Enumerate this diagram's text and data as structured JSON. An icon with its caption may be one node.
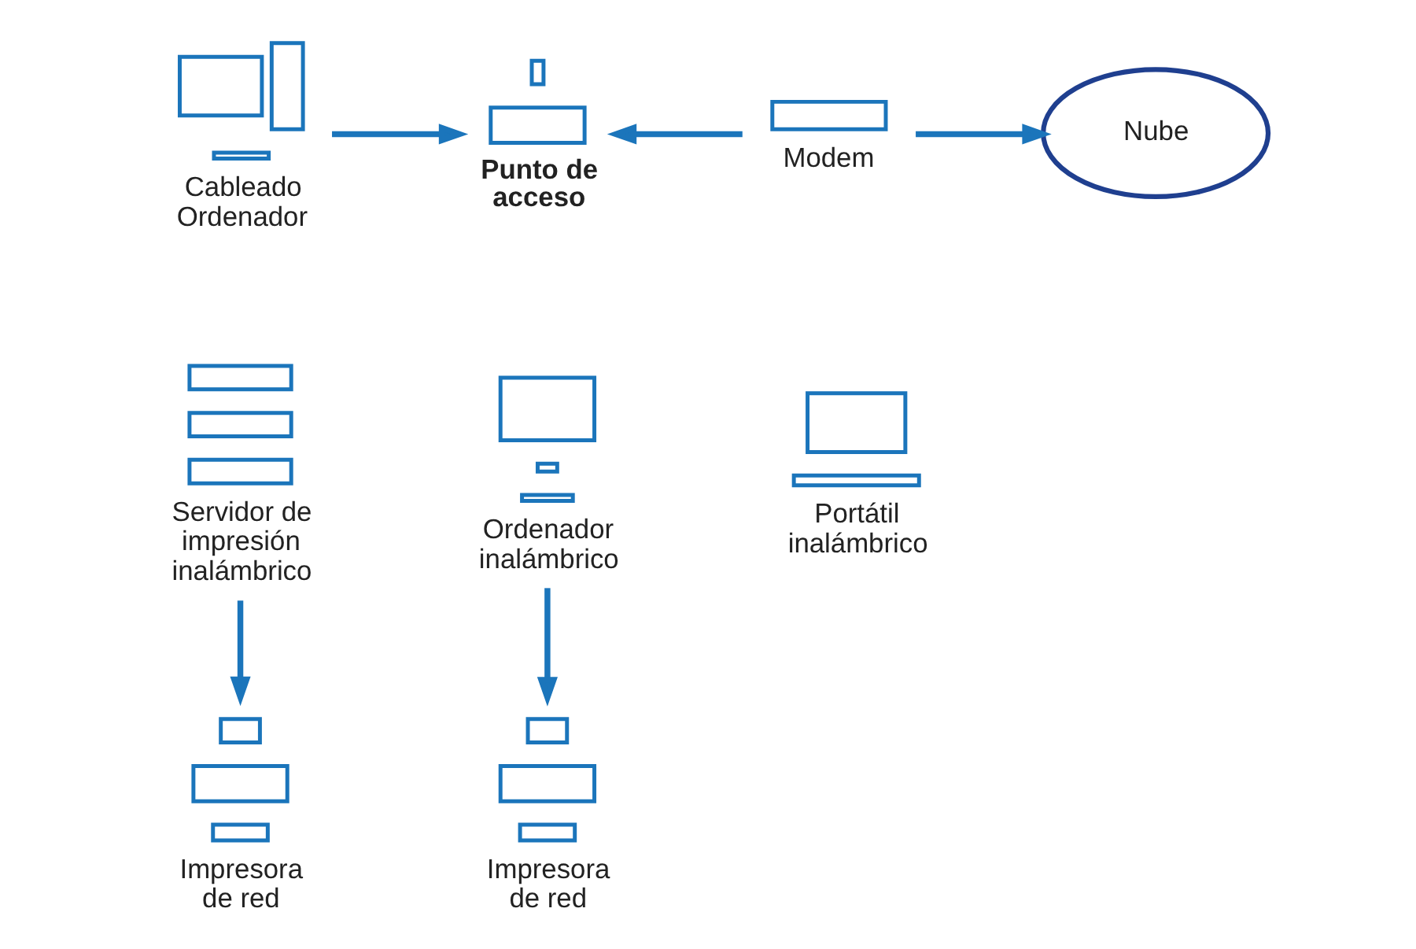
{
  "diagram": {
    "nodes": [
      {
        "text": [
          "Cableado Ordenador"
        ]
      },
      {
        "text": [
          "Punto de acceso"
        ]
      },
      {
        "text": [
          "Modem"
        ]
      },
      {
        "text": [
          "Nube"
        ]
      },
      {
        "text": [
          "Servidor de impresión inalámbrico"
        ]
      },
      {
        "text": [
          "Portátil inalámbrico"
        ]
      },
      {
        "text": [
          "Ordenador inalámbrico"
        ]
      },
      {
        "text": [
          "Impresora de red"
        ]
      },
      {
        "text": [
          "Impresora de red"
        ]
      }
    ],
    "edges": [
      {
        "from": 0,
        "to": 1,
        "arrow": "to"
      },
      {
        "from": 2,
        "to": 1,
        "arrow": "to"
      },
      {
        "from": 2,
        "to": 3,
        "arrow": "to"
      },
      {
        "from": 4,
        "to": 7,
        "arrow": "to"
      },
      {
        "from": 6,
        "to": 8,
        "arrow": "to"
      }
    ]
  }
}
